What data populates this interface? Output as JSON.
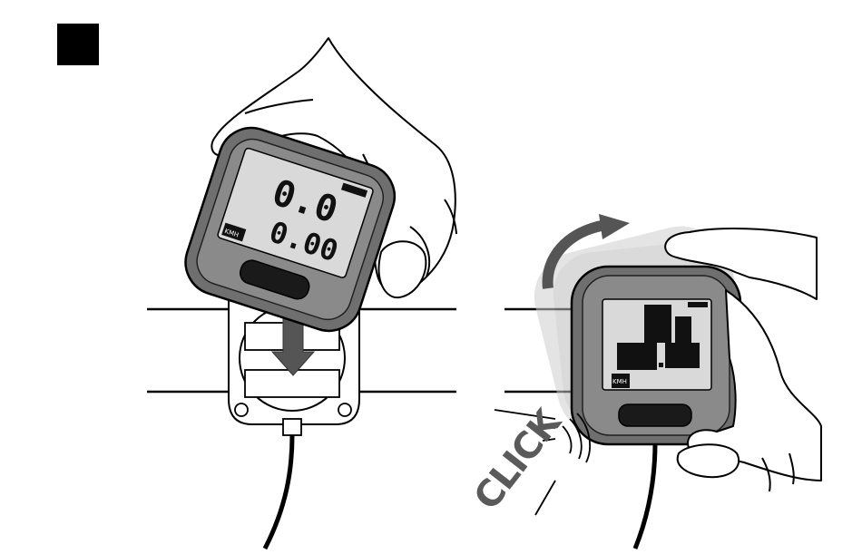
{
  "step": {
    "label": ""
  },
  "left_device": {
    "display_line1": "0.0",
    "display_line2": "0.00",
    "mode_badge": "KMH"
  },
  "right_device": {
    "mode_badge": "KMH"
  },
  "sound_label": "CLICK",
  "colors": {
    "device_body": "#6f6f6f",
    "device_bezel": "#8a8a8a",
    "lcd": "#d9d9d9",
    "button": "#1a1a1a",
    "arrow": "#555555",
    "motion_blur": "#cfcfcf"
  },
  "icons": [
    "down-arrow-icon",
    "curved-arrow-icon",
    "sound-waves-icon"
  ]
}
